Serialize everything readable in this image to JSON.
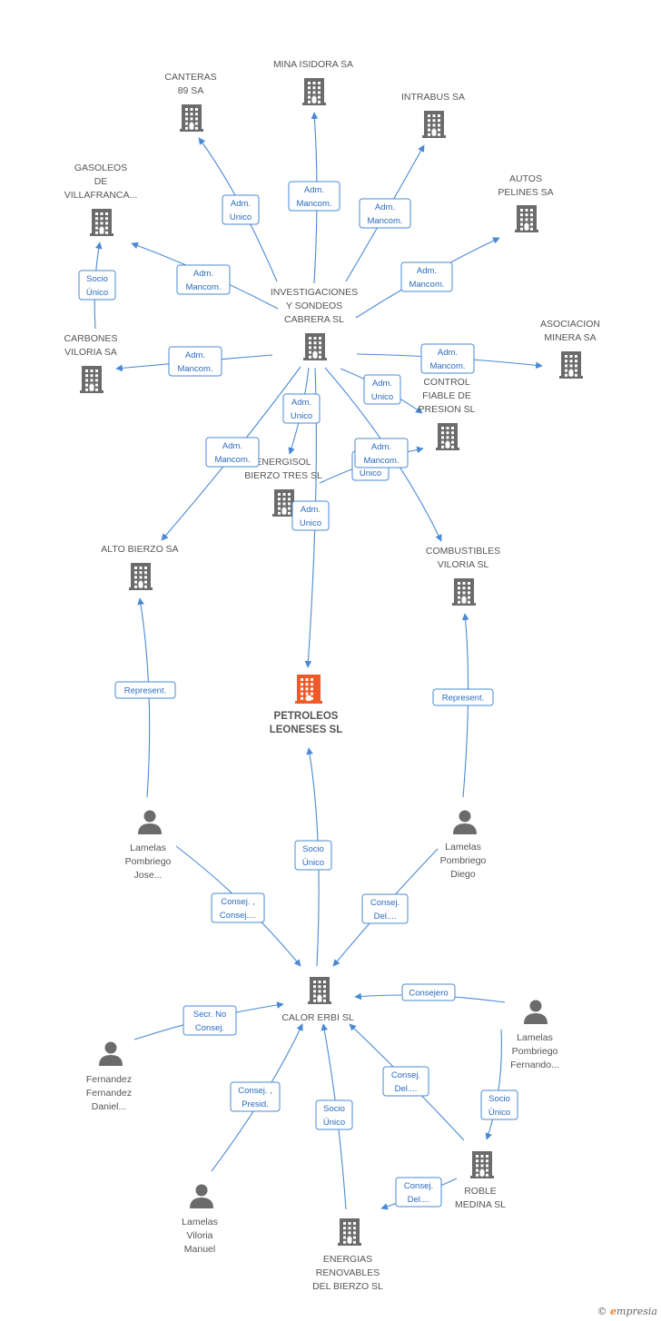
{
  "colors": {
    "company": "#6b6b6b",
    "main_company": "#f05a28",
    "person": "#6b6b6b",
    "edge": "#4a8ad4",
    "edge_text": "#2a6bbf",
    "label": "#555555"
  },
  "nodes": [
    {
      "id": "canteras",
      "type": "company",
      "label": [
        "CANTERAS",
        "89 SA"
      ]
    },
    {
      "id": "mina",
      "type": "company",
      "label": [
        "MINA ISIDORA SA"
      ]
    },
    {
      "id": "intrabus",
      "type": "company",
      "label": [
        "INTRABUS SA"
      ]
    },
    {
      "id": "gasoleos",
      "type": "company",
      "label": [
        "GASOLEOS",
        "DE",
        "VILLAFRANCA..."
      ]
    },
    {
      "id": "autos",
      "type": "company",
      "label": [
        "AUTOS",
        "PELINES SA"
      ]
    },
    {
      "id": "investigaciones",
      "type": "company",
      "label": [
        "INVESTIGACIONES",
        "Y SONDEOS",
        "CABRERA  SL"
      ]
    },
    {
      "id": "carbones",
      "type": "company",
      "label": [
        "CARBONES",
        "VILORIA SA"
      ]
    },
    {
      "id": "asociacion",
      "type": "company",
      "label": [
        "ASOCIACION",
        "MINERA SA"
      ]
    },
    {
      "id": "control",
      "type": "company",
      "label": [
        "CONTROL",
        "FIABLE DE",
        "PRESION SL"
      ]
    },
    {
      "id": "energisol",
      "type": "company",
      "label": [
        "ENERGISOL",
        "BIERZO TRES SL"
      ]
    },
    {
      "id": "altobierzo",
      "type": "company",
      "label": [
        "ALTO BIERZO SA"
      ]
    },
    {
      "id": "combustibles",
      "type": "company",
      "label": [
        "COMBUSTIBLES",
        "VILORIA SL"
      ]
    },
    {
      "id": "petroleos",
      "type": "main",
      "label": [
        "PETROLEOS",
        "LEONESES SL"
      ]
    },
    {
      "id": "lamelas_jose",
      "type": "person",
      "label": [
        "Lamelas",
        "Pombriego",
        "Jose..."
      ]
    },
    {
      "id": "lamelas_diego",
      "type": "person",
      "label": [
        "Lamelas",
        "Pombriego",
        "Diego"
      ]
    },
    {
      "id": "calor",
      "type": "company",
      "label": [
        "CALOR ERBI  SL"
      ]
    },
    {
      "id": "lamelas_fernando",
      "type": "person",
      "label": [
        "Lamelas",
        "Pombriego",
        "Fernando..."
      ]
    },
    {
      "id": "fernandez",
      "type": "person",
      "label": [
        "Fernandez",
        "Fernandez",
        "Daniel..."
      ]
    },
    {
      "id": "roble",
      "type": "company",
      "label": [
        "ROBLE",
        "MEDINA SL"
      ]
    },
    {
      "id": "lamelas_manuel",
      "type": "person",
      "label": [
        "Lamelas",
        "Viloria",
        "Manuel"
      ]
    },
    {
      "id": "energias",
      "type": "company",
      "label": [
        "ENERGIAS",
        "RENOVABLES",
        "DEL BIERZO SL"
      ]
    }
  ],
  "edges": [
    {
      "id": "e1",
      "from": "investigaciones",
      "to": "canteras",
      "label": [
        "Adm.",
        "Unico"
      ]
    },
    {
      "id": "e2",
      "from": "investigaciones",
      "to": "mina",
      "label": [
        "Adm.",
        "Mancom."
      ]
    },
    {
      "id": "e3",
      "from": "investigaciones",
      "to": "intrabus",
      "label": [
        "Adm.",
        "Mancom."
      ]
    },
    {
      "id": "e4",
      "from": "investigaciones",
      "to": "gasoleos",
      "label": [
        "Adm.",
        "Mancom."
      ]
    },
    {
      "id": "e5",
      "from": "investigaciones",
      "to": "autos",
      "label": [
        "Adm.",
        "Mancom."
      ]
    },
    {
      "id": "e6",
      "from": "carbones",
      "to": "gasoleos",
      "label": [
        "Socio",
        "Único"
      ]
    },
    {
      "id": "e7",
      "from": "investigaciones",
      "to": "carbones",
      "label": [
        "Adm.",
        "Mancom."
      ]
    },
    {
      "id": "e8",
      "from": "investigaciones",
      "to": "asociacion",
      "label": [
        "Adm.",
        "Mancom."
      ]
    },
    {
      "id": "e9",
      "from": "investigaciones",
      "to": "control",
      "label": [
        "Adm.",
        "Unico"
      ]
    },
    {
      "id": "e10",
      "from": "investigaciones",
      "to": "energisol",
      "label": [
        "Adm.",
        "Unico"
      ]
    },
    {
      "id": "e11",
      "from": "investigaciones",
      "to": "altobierzo",
      "label": [
        "Adm.",
        "Mancom."
      ]
    },
    {
      "id": "e12",
      "from": "energisol",
      "to": "control",
      "label": [
        "Adm.",
        "Unico"
      ]
    },
    {
      "id": "e13",
      "from": "investigaciones",
      "to": "combustibles",
      "label": [
        "Adm.",
        "Mancom."
      ]
    },
    {
      "id": "e14",
      "from": "investigaciones",
      "to": "petroleos",
      "label": [
        "Adm.",
        "Unico"
      ]
    },
    {
      "id": "e15",
      "from": "lamelas_jose",
      "to": "altobierzo",
      "label": [
        "Represent."
      ]
    },
    {
      "id": "e16",
      "from": "lamelas_diego",
      "to": "combustibles",
      "label": [
        "Represent."
      ]
    },
    {
      "id": "e17",
      "from": "calor",
      "to": "petroleos",
      "label": [
        "Socio",
        "Único"
      ]
    },
    {
      "id": "e18",
      "from": "lamelas_jose",
      "to": "calor",
      "label": [
        "Consej. ,",
        "Consej...."
      ]
    },
    {
      "id": "e19",
      "from": "lamelas_diego",
      "to": "calor",
      "label": [
        "Consej.",
        "Del...."
      ]
    },
    {
      "id": "e20",
      "from": "lamelas_fernando",
      "to": "calor",
      "label": [
        "Consejero"
      ]
    },
    {
      "id": "e21",
      "from": "fernandez",
      "to": "calor",
      "label": [
        "Secr.  No",
        "Consej."
      ]
    },
    {
      "id": "e22",
      "from": "lamelas_manuel",
      "to": "calor",
      "label": [
        "Consej. ,",
        "Presid."
      ]
    },
    {
      "id": "e23",
      "from": "energias",
      "to": "calor",
      "label": [
        "Socio",
        "Único"
      ]
    },
    {
      "id": "e24",
      "from": "roble",
      "to": "calor",
      "label": [
        "Consej.",
        "Del...."
      ]
    },
    {
      "id": "e25",
      "from": "lamelas_fernando",
      "to": "roble",
      "label": [
        "Socio",
        "Único"
      ]
    },
    {
      "id": "e26",
      "from": "roble",
      "to": "energias",
      "label": [
        "Consej.",
        "Del...."
      ]
    }
  ],
  "credit": {
    "symbol": "©",
    "brand_initial": "e",
    "brand_rest": "mpresia"
  }
}
